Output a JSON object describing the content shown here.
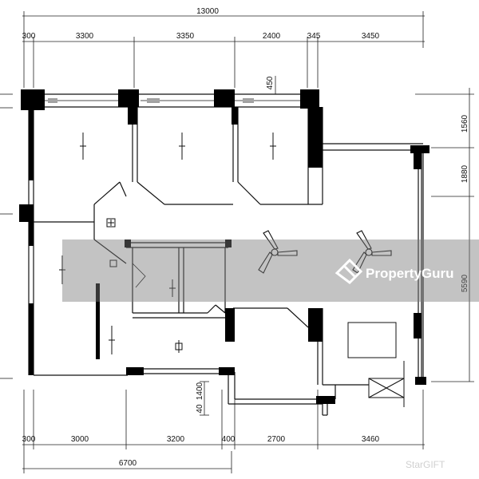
{
  "dimensions": {
    "top_total": "13000",
    "top_segments": [
      "300",
      "3300",
      "3350",
      "2400",
      "345",
      "3450"
    ],
    "top_inner": "450",
    "bottom_segments": [
      "300",
      "3000",
      "3200",
      "400",
      "2700",
      "3460"
    ],
    "bottom_total": "6700",
    "bottom_small": [
      "40",
      "1400"
    ],
    "right_segments": [
      "1560",
      "1880",
      "5590"
    ]
  },
  "watermark": {
    "brand": "PropertyGuru",
    "corner": "StarGIFT"
  }
}
